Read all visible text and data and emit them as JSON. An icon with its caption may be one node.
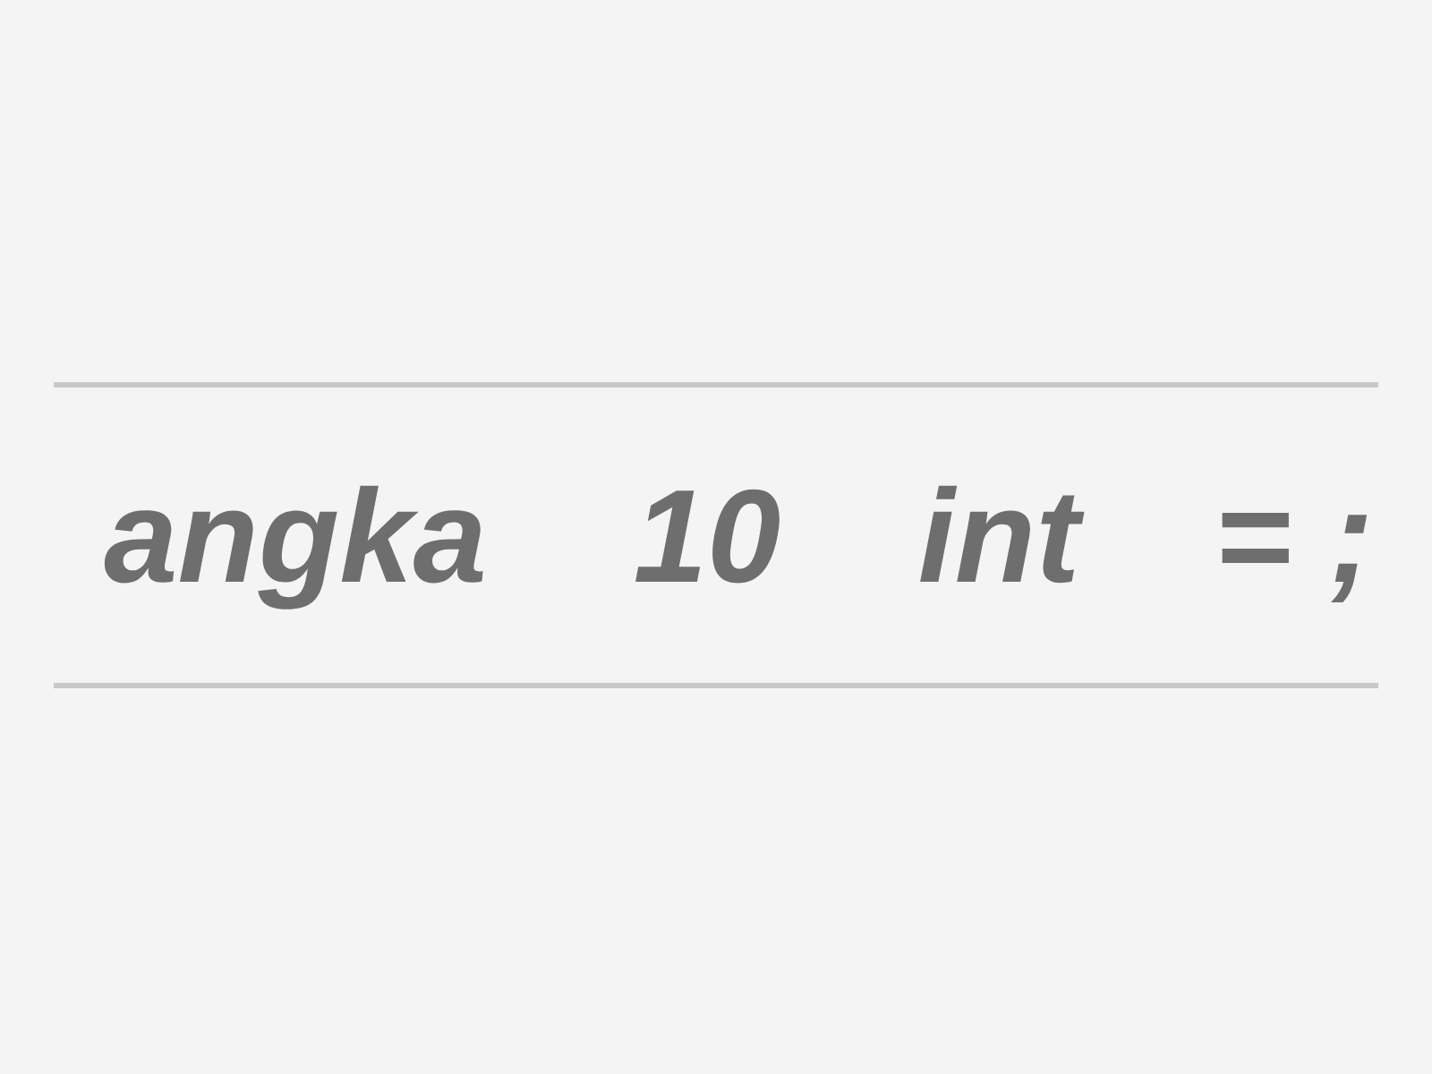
{
  "diagram": {
    "labels": [
      "angka",
      "10",
      "int",
      "=",
      ";"
    ]
  }
}
